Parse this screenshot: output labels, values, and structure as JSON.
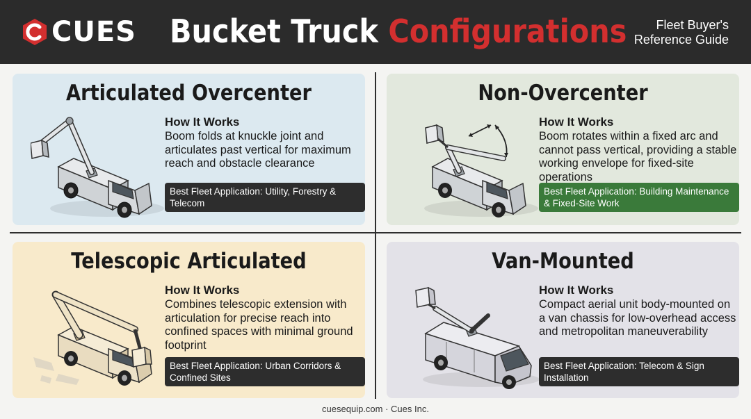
{
  "header": {
    "logo_text": "CUES",
    "title_part1": "Bucket Truck",
    "title_part2": "Configurations",
    "subtitle_line1": "Fleet Buyer's",
    "subtitle_line2": "Reference Guide"
  },
  "cards": [
    {
      "title": "Articulated Overcenter",
      "how_label": "How It Works",
      "description": "Boom folds at knuckle joint and articulates past vertical for maximum reach and obstacle clearance",
      "application": "Best Fleet Application: Utility, Forestry & Telecom"
    },
    {
      "title": "Non-Overcenter",
      "how_label": "How It Works",
      "description": "Boom rotates within a fixed arc and cannot pass vertical, providing a stable working envelope for fixed-site operations",
      "application": "Best Fleet Application: Building Maintenance & Fixed-Site Work"
    },
    {
      "title": "Telescopic Articulated",
      "how_label": "How It Works",
      "description": "Combines telescopic extension with articulation for precise reach into confined spaces with minimal ground footprint",
      "application": "Best Fleet Application: Urban Corridors & Confined Sites"
    },
    {
      "title": "Van-Mounted",
      "how_label": "How It Works",
      "description": "Compact aerial unit body-mounted on a van chassis for low-overhead access and metropolitan maneuverability",
      "application": "Best Fleet Application: Telecom & Sign Installation"
    }
  ],
  "footer": {
    "text": "cuesequip.com · Cues Inc."
  },
  "colors": {
    "header_bg": "#2b2b2b",
    "accent_red": "#d32f2f",
    "badge_green": "#3a7a3a",
    "badge_dark": "#2d2d2d"
  },
  "icons": [
    "cues-logo-icon",
    "articulated-truck-icon",
    "non-overcenter-truck-icon",
    "telescopic-truck-icon",
    "van-mounted-truck-icon"
  ]
}
